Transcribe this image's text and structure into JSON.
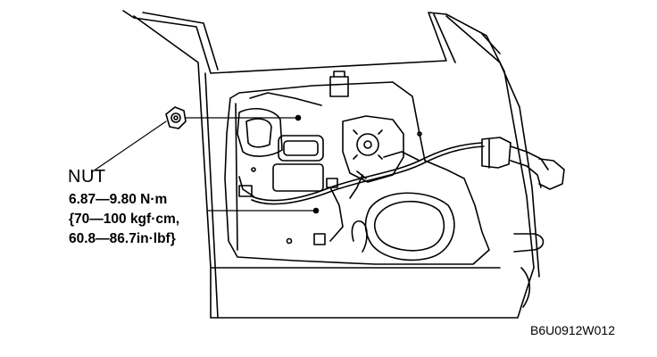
{
  "callout": {
    "title": "NUT",
    "torque_lines": [
      "6.87—9.80  N·m",
      "{70—100 kgf·cm,",
      "60.8—86.7in·lbf}"
    ]
  },
  "figure_code": "B6U0912W012"
}
